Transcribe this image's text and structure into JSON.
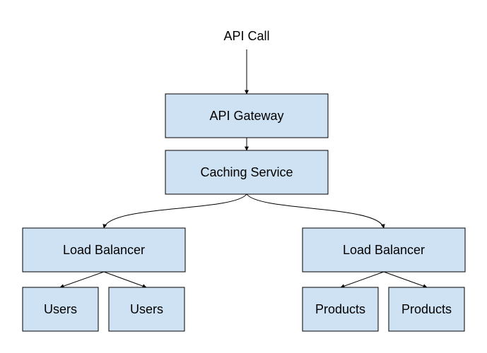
{
  "diagram": {
    "entry_label": "API Call",
    "gateway": "API Gateway",
    "cache": "Caching Service",
    "lb_left": "Load Balancer",
    "lb_right": "Load Balancer",
    "users_1": "Users",
    "users_2": "Users",
    "products_1": "Products",
    "products_2": "Products"
  },
  "colors": {
    "box_fill": "#cfe2f3",
    "box_stroke": "#000000",
    "edge": "#000000"
  }
}
